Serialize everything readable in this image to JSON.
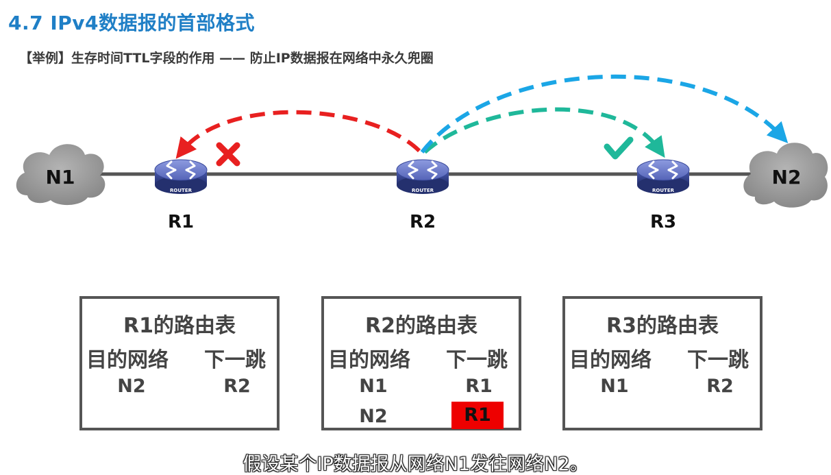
{
  "header": {
    "title": "4.7 IPv4数据报的首部格式",
    "subtitle": "【举例】生存时间TTL字段的作用 —— 防止IP数据报在网络中永久兜圈"
  },
  "topology": {
    "networks": [
      {
        "id": "N1",
        "label": "N1"
      },
      {
        "id": "N2",
        "label": "N2"
      }
    ],
    "routers": [
      {
        "id": "R1",
        "label": "R1",
        "device_text": "ROUTER"
      },
      {
        "id": "R2",
        "label": "R2",
        "device_text": "ROUTER"
      },
      {
        "id": "R3",
        "label": "R3",
        "device_text": "ROUTER"
      }
    ],
    "arrows": [
      {
        "from": "R2",
        "to": "R1",
        "color": "#e82020",
        "marker": "cross-mark",
        "marker_color": "#e82020"
      },
      {
        "from": "R2",
        "to": "R3",
        "color": "#1fb89a",
        "marker": "check-mark",
        "marker_color": "#1fb89a"
      },
      {
        "from": "R2",
        "to": "N2",
        "color": "#1ba6e6"
      }
    ],
    "colors": {
      "link": "#555555",
      "cloud": "#9a9a9a",
      "router_body": "#3a4a9a",
      "router_top": "#6b7bd0"
    }
  },
  "tables": [
    {
      "title": "R1的路由表",
      "header_dest": "目的网络",
      "header_next": "下一跳",
      "rows": [
        {
          "dest": "N2",
          "next": "R2",
          "highlight": false
        }
      ]
    },
    {
      "title": "R2的路由表",
      "header_dest": "目的网络",
      "header_next": "下一跳",
      "rows": [
        {
          "dest": "N1",
          "next": "R1",
          "highlight": false
        },
        {
          "dest": "N2",
          "next": "R1",
          "highlight": true,
          "highlight_color": "#ee0000"
        }
      ]
    },
    {
      "title": "R3的路由表",
      "header_dest": "目的网络",
      "header_next": "下一跳",
      "rows": [
        {
          "dest": "N1",
          "next": "R2",
          "highlight": false
        }
      ]
    }
  ],
  "subtitle_caption": "假设某个IP数据报从网络N1发往网络N2。"
}
